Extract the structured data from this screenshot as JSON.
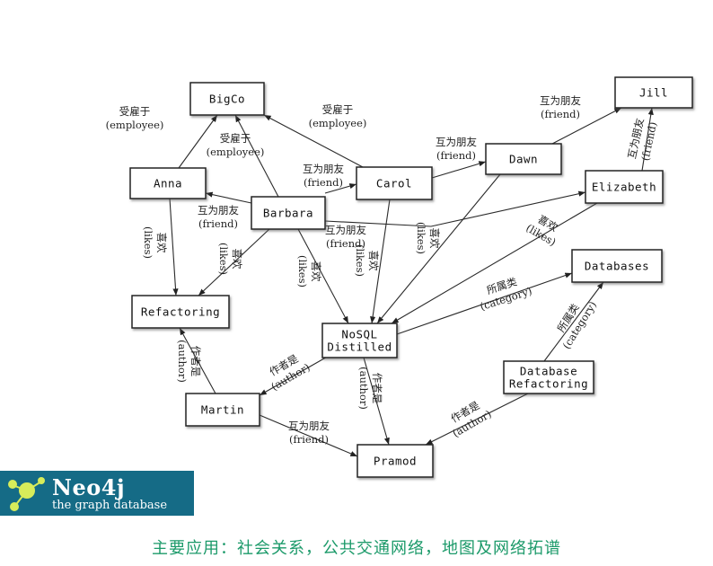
{
  "nodes": [
    {
      "id": "bigco",
      "label": "BigCo"
    },
    {
      "id": "jill",
      "label": "Jill"
    },
    {
      "id": "anna",
      "label": "Anna"
    },
    {
      "id": "barbara",
      "label": "Barbara"
    },
    {
      "id": "carol",
      "label": "Carol"
    },
    {
      "id": "dawn",
      "label": "Dawn"
    },
    {
      "id": "elizabeth",
      "label": "Elizabeth"
    },
    {
      "id": "databases",
      "label": "Databases"
    },
    {
      "id": "refactoring",
      "label": "Refactoring"
    },
    {
      "id": "nosql",
      "label": [
        "NoSQL",
        "Distilled"
      ]
    },
    {
      "id": "dbref",
      "label": [
        "Database",
        "Refactoring"
      ]
    },
    {
      "id": "martin",
      "label": "Martin"
    },
    {
      "id": "pramod",
      "label": "Pramod"
    }
  ],
  "edges": [
    {
      "id": "anna-bigco",
      "from": "anna",
      "to": "bigco",
      "label": [
        "受雇于",
        "(employee)"
      ]
    },
    {
      "id": "barbara-bigco",
      "from": "barbara",
      "to": "bigco",
      "label": [
        "受雇于",
        "(employee)"
      ]
    },
    {
      "id": "carol-bigco",
      "from": "carol",
      "to": "bigco",
      "label": [
        "受雇于",
        "(employee)"
      ]
    },
    {
      "id": "barbara-carol",
      "from": "barbara",
      "to": "carol",
      "label": [
        "互为朋友",
        "(friend)"
      ]
    },
    {
      "id": "barbara-anna",
      "from": "barbara",
      "to": "anna",
      "label": [
        "互为朋友",
        "(friend)"
      ]
    },
    {
      "id": "carol-dawn",
      "from": "carol",
      "to": "dawn",
      "label": [
        "互为朋友",
        "(friend)"
      ]
    },
    {
      "id": "dawn-jill",
      "from": "dawn",
      "to": "jill",
      "label": [
        "互为朋友",
        "(friend)"
      ]
    },
    {
      "id": "elizabeth-jill",
      "from": "elizabeth",
      "to": "jill",
      "label": [
        "互为朋友",
        "(friend)"
      ]
    },
    {
      "id": "barbara-elizabeth",
      "from": "barbara",
      "to": "elizabeth",
      "label": [
        "互为朋友",
        "(friend)"
      ]
    },
    {
      "id": "anna-refactoring",
      "from": "anna",
      "to": "refactoring",
      "label": [
        "喜欢",
        "(likes)"
      ]
    },
    {
      "id": "barbara-refactoring",
      "from": "barbara",
      "to": "refactoring",
      "label": [
        "喜欢",
        "(likes)"
      ]
    },
    {
      "id": "barbara-nosql",
      "from": "barbara",
      "to": "nosql",
      "label": [
        "喜欢",
        "(likes)"
      ]
    },
    {
      "id": "carol-nosql",
      "from": "carol",
      "to": "nosql",
      "label": [
        "喜欢",
        "(likes)"
      ]
    },
    {
      "id": "dawn-nosql",
      "from": "dawn",
      "to": "nosql",
      "label": [
        "喜欢",
        "(likes)"
      ]
    },
    {
      "id": "elizabeth-nosql",
      "from": "elizabeth",
      "to": "nosql",
      "label": [
        "喜欢",
        "(likes)"
      ]
    },
    {
      "id": "nosql-databases",
      "from": "nosql",
      "to": "databases",
      "label": [
        "所属类",
        "(category)"
      ]
    },
    {
      "id": "dbref-databases",
      "from": "dbref",
      "to": "databases",
      "label": [
        "所属类",
        "(category)"
      ]
    },
    {
      "id": "martin-refactoring",
      "from": "martin",
      "to": "refactoring",
      "label": [
        "作者是",
        "(author)"
      ]
    },
    {
      "id": "nosql-martin",
      "from": "nosql",
      "to": "martin",
      "label": [
        "作者是",
        "(author)"
      ]
    },
    {
      "id": "nosql-pramod",
      "from": "nosql",
      "to": "pramod",
      "label": [
        "作者是",
        "(author)"
      ]
    },
    {
      "id": "dbref-pramod",
      "from": "dbref",
      "to": "pramod",
      "label": [
        "作者是",
        "(author)"
      ]
    },
    {
      "id": "martin-pramod",
      "from": "martin",
      "to": "pramod",
      "label": [
        "互为朋友",
        "(friend)"
      ]
    }
  ],
  "logo": {
    "title": "Neo4j",
    "tagline": "the graph database",
    "color": "#156b86"
  },
  "caption": "主要应用：社会关系，公共交通网络，地图及网络拓谱",
  "caption_color": "#1c9a6a"
}
